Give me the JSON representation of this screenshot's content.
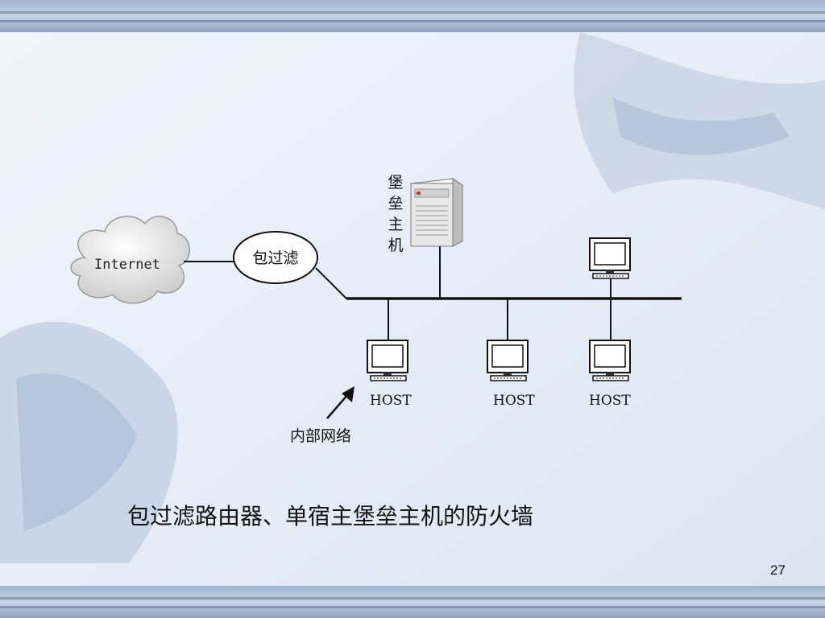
{
  "diagram": {
    "cloud_label": "Internet",
    "filter_label": "包过滤",
    "bastion_label": [
      "堡",
      "垒",
      "主",
      "机"
    ],
    "host_labels": [
      "HOST",
      "HOST",
      "HOST"
    ],
    "internal_network_label": "内部网络"
  },
  "caption": "包过滤路由器、单宿主堡垒主机的防火墙",
  "page_number": "27"
}
